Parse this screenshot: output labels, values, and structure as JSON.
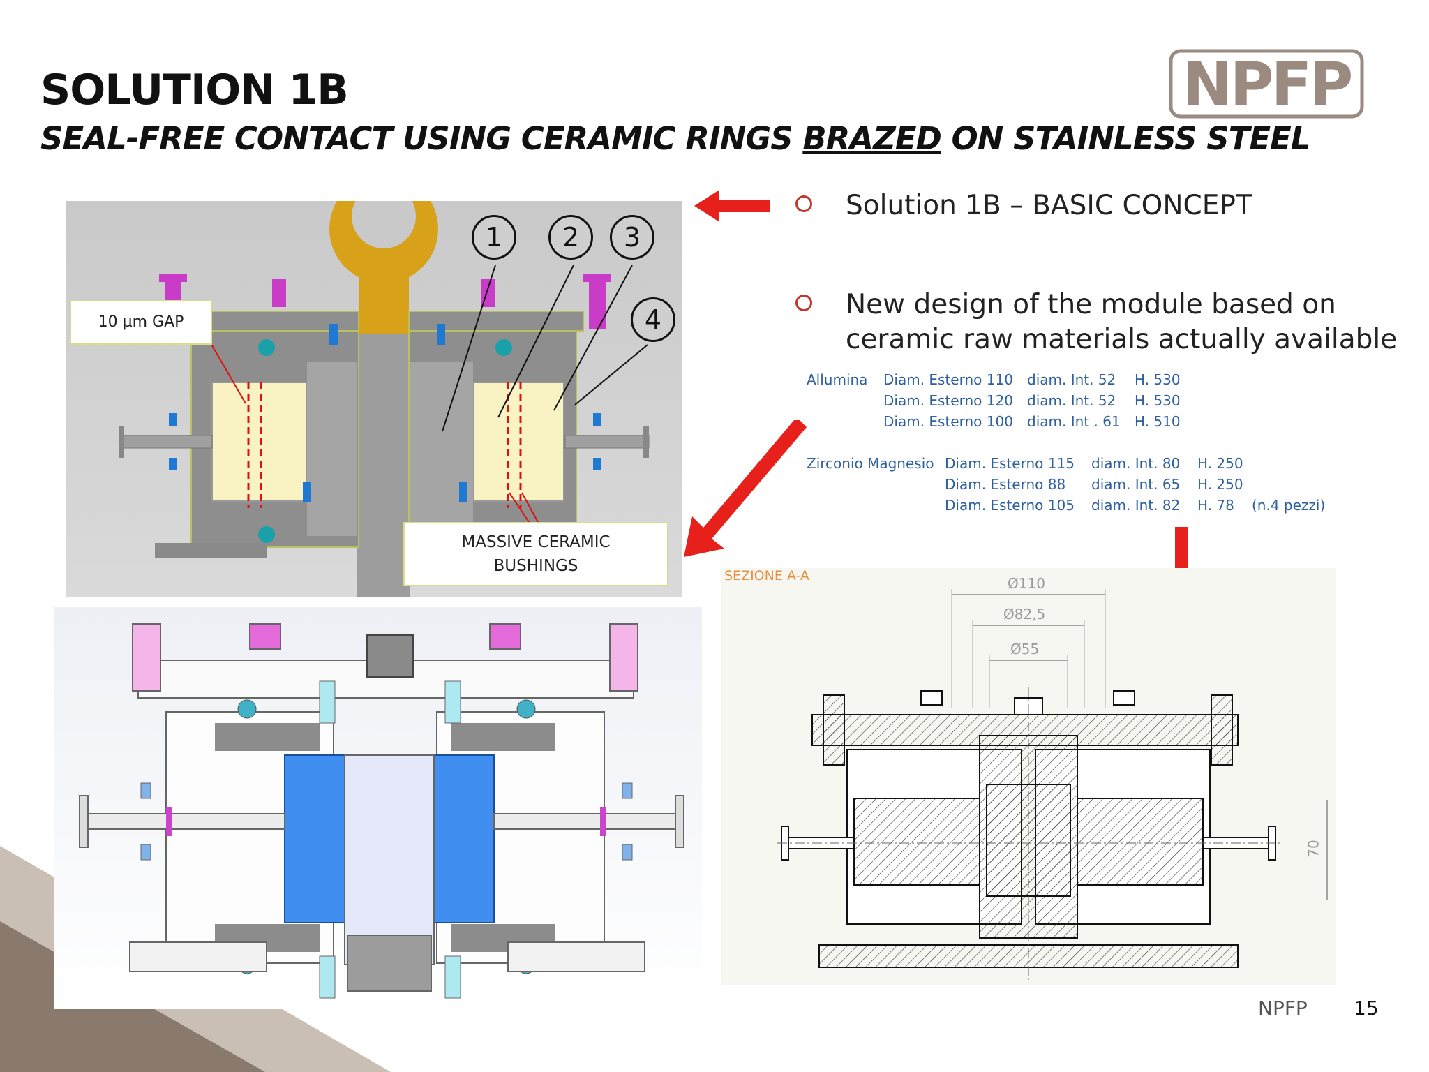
{
  "slide": {
    "title": "SOLUTION 1B",
    "subtitle_before": "SEAL-FREE CONTACT USING CERAMIC RINGS ",
    "subtitle_underlined": "BRAZED",
    "subtitle_after": " ON STAINLESS STEEL",
    "logo_text": "NPFP",
    "footer_label": "NPFP",
    "page_number": "15"
  },
  "bullets": [
    {
      "text": "Solution 1B – BASIC CONCEPT"
    },
    {
      "text_line1": "New design of the module based on",
      "text_line2": "ceramic raw materials actually available"
    }
  ],
  "materials": {
    "allumina": {
      "label": "Allumina",
      "rows": [
        {
          "ext": "Diam. Esterno  110",
          "int": "diam. Int.  52",
          "h": "H. 530"
        },
        {
          "ext": "Diam. Esterno  120",
          "int": "diam. Int.  52",
          "h": "H. 530"
        },
        {
          "ext": "Diam. Esterno  100",
          "int": "diam. Int . 61",
          "h": "H. 510"
        }
      ]
    },
    "zirconio": {
      "label": "Zirconio Magnesio",
      "rows": [
        {
          "ext": "Diam. Esterno  115",
          "int": "diam. Int.  80",
          "h": "H.  250",
          "note": ""
        },
        {
          "ext": "Diam. Esterno    88",
          "int": "diam. Int.  65",
          "h": "H.  250",
          "note": ""
        },
        {
          "ext": "Diam. Esterno  105",
          "int": "diam. Int.  82",
          "h": "H.  78",
          "note": "(n.4 pezzi)"
        }
      ]
    }
  },
  "concept_figure": {
    "gap_label": "10 µm GAP",
    "bushings_label_line1": "MASSIVE CERAMIC",
    "bushings_label_line2": "BUSHINGS",
    "callouts": [
      "1",
      "2",
      "3",
      "4"
    ]
  },
  "section_drawing": {
    "section_label": "SEZIONE A-A",
    "dim_110": "Ø110",
    "dim_825": "Ø82,5",
    "dim_55": "Ø55",
    "dim_70": "70"
  },
  "colors": {
    "accent_red": "#e8201c",
    "bullet_ring": "#c0392b",
    "material_blue": "#2e5f9e",
    "logo_gray": "#9a8a80",
    "corner_taupe": "#8a7a6d"
  }
}
